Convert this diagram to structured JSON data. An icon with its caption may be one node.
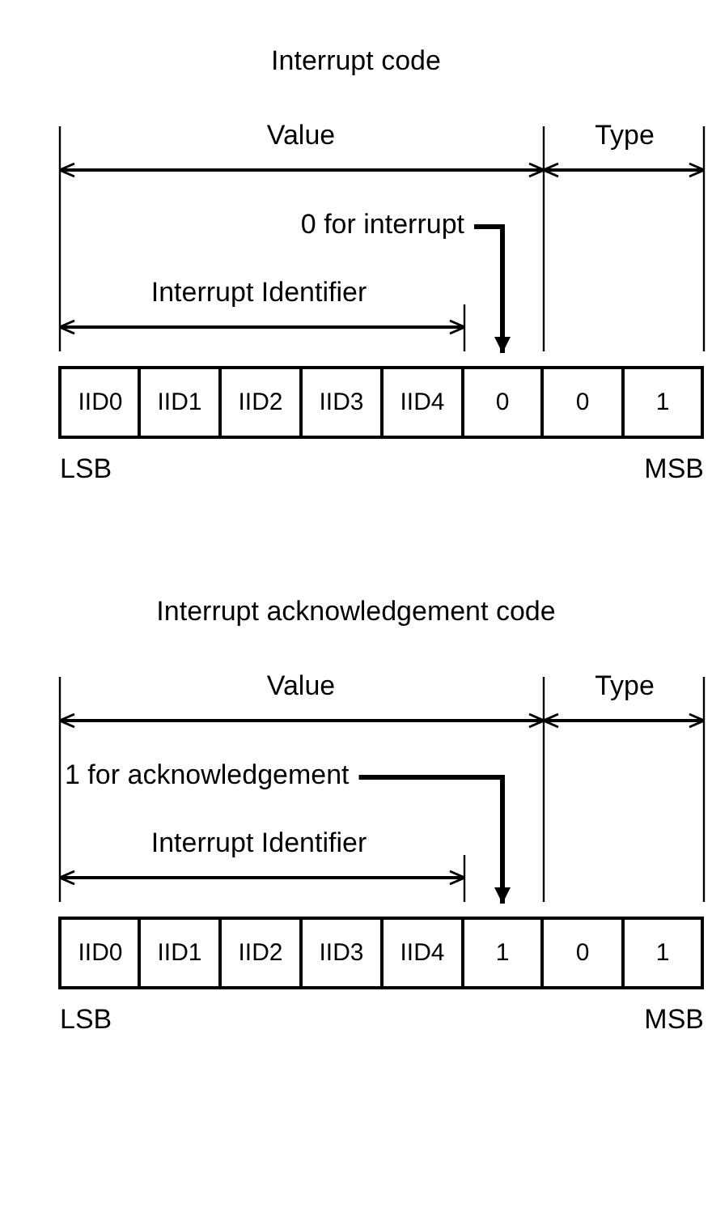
{
  "diagram": {
    "nodes": [
      {
        "text": [
          "0 for interrupt"
        ]
      },
      {
        "text": [
          "IID0"
        ]
      },
      {
        "text": [
          "IID1"
        ]
      },
      {
        "text": [
          "IID2"
        ]
      },
      {
        "text": [
          "IID3"
        ]
      },
      {
        "text": [
          "IID4"
        ]
      },
      {
        "text": [
          "0"
        ]
      },
      {
        "text": [
          "0"
        ]
      },
      {
        "text": [
          "1"
        ]
      },
      {
        "text": [
          "1 for acknowledgement"
        ]
      },
      {
        "text": [
          "IID0"
        ]
      },
      {
        "text": [
          "IID1"
        ]
      },
      {
        "text": [
          "IID2"
        ]
      },
      {
        "text": [
          "IID3"
        ]
      },
      {
        "text": [
          "IID4"
        ]
      },
      {
        "text": [
          "1"
        ]
      },
      {
        "text": [
          "0"
        ]
      },
      {
        "text": [
          "1"
        ]
      }
    ],
    "edges": [
      {
        "from": 0,
        "to": 6,
        "arrow": "to"
      },
      {
        "from": 9,
        "to": 15,
        "arrow": "to"
      }
    ],
    "labels": [
      "Interrupt code",
      "Value",
      "Type",
      "Interrupt Identifier",
      "LSB",
      "MSB",
      "Interrupt acknowledgement code",
      "Value",
      "Type",
      "Interrupt Identifier",
      "LSB",
      "MSB"
    ]
  }
}
